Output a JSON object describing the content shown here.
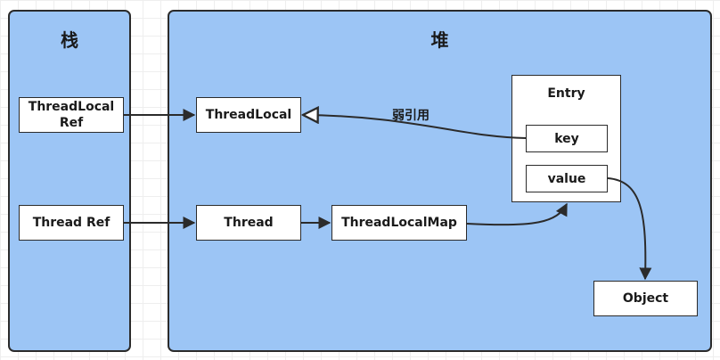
{
  "regions": {
    "stack": {
      "title": "栈",
      "fill": "#9cc5f5"
    },
    "heap": {
      "title": "堆",
      "fill": "#9cc5f5"
    }
  },
  "nodes": {
    "threadlocal_ref": "ThreadLocal\nRef",
    "thread_ref": "Thread Ref",
    "threadlocal": "ThreadLocal",
    "thread": "Thread",
    "threadlocalmap": "ThreadLocalMap",
    "entry": "Entry",
    "key": "key",
    "value": "value",
    "object": "Object"
  },
  "edge_labels": {
    "weak_reference": "弱引用"
  },
  "colors": {
    "region_fill": "#9cc5f5",
    "border": "#2b2b2b",
    "node_fill": "#ffffff"
  }
}
